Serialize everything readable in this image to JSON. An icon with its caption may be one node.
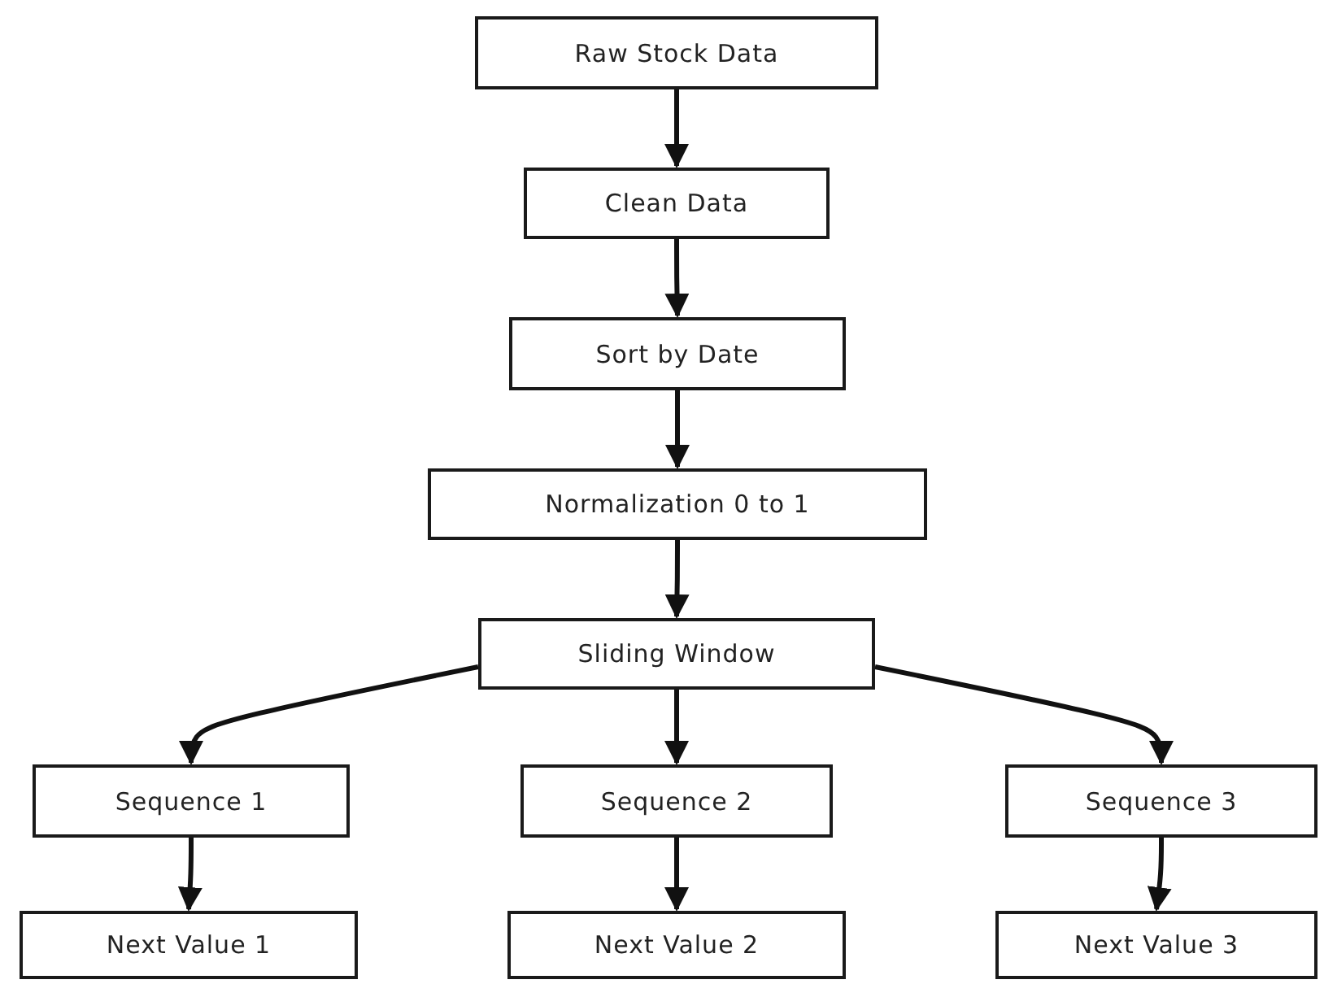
{
  "diagram": {
    "nodes": [
      {
        "text": [
          "Raw Stock Data"
        ]
      },
      {
        "text": [
          "Clean Data"
        ]
      },
      {
        "text": [
          "Sort by Date"
        ]
      },
      {
        "text": [
          "Normalization 0 to 1"
        ]
      },
      {
        "text": [
          "Sliding Window"
        ]
      },
      {
        "text": [
          "Sequence 1"
        ]
      },
      {
        "text": [
          "Sequence 2"
        ]
      },
      {
        "text": [
          "Sequence 3"
        ]
      },
      {
        "text": [
          "Next Value 1"
        ]
      },
      {
        "text": [
          "Next Value 2"
        ]
      },
      {
        "text": [
          "Next Value 3"
        ]
      }
    ],
    "edges": [
      {
        "from": 0,
        "to": 1,
        "arrow": "to"
      },
      {
        "from": 1,
        "to": 2,
        "arrow": "to"
      },
      {
        "from": 2,
        "to": 3,
        "arrow": "to"
      },
      {
        "from": 3,
        "to": 4,
        "arrow": "to"
      },
      {
        "from": 4,
        "to": 5,
        "arrow": "to"
      },
      {
        "from": 4,
        "to": 6,
        "arrow": "to"
      },
      {
        "from": 4,
        "to": 7,
        "arrow": "to"
      },
      {
        "from": 5,
        "to": 8,
        "arrow": "to"
      },
      {
        "from": 6,
        "to": 9,
        "arrow": "to"
      },
      {
        "from": 7,
        "to": 10,
        "arrow": "to"
      }
    ]
  }
}
